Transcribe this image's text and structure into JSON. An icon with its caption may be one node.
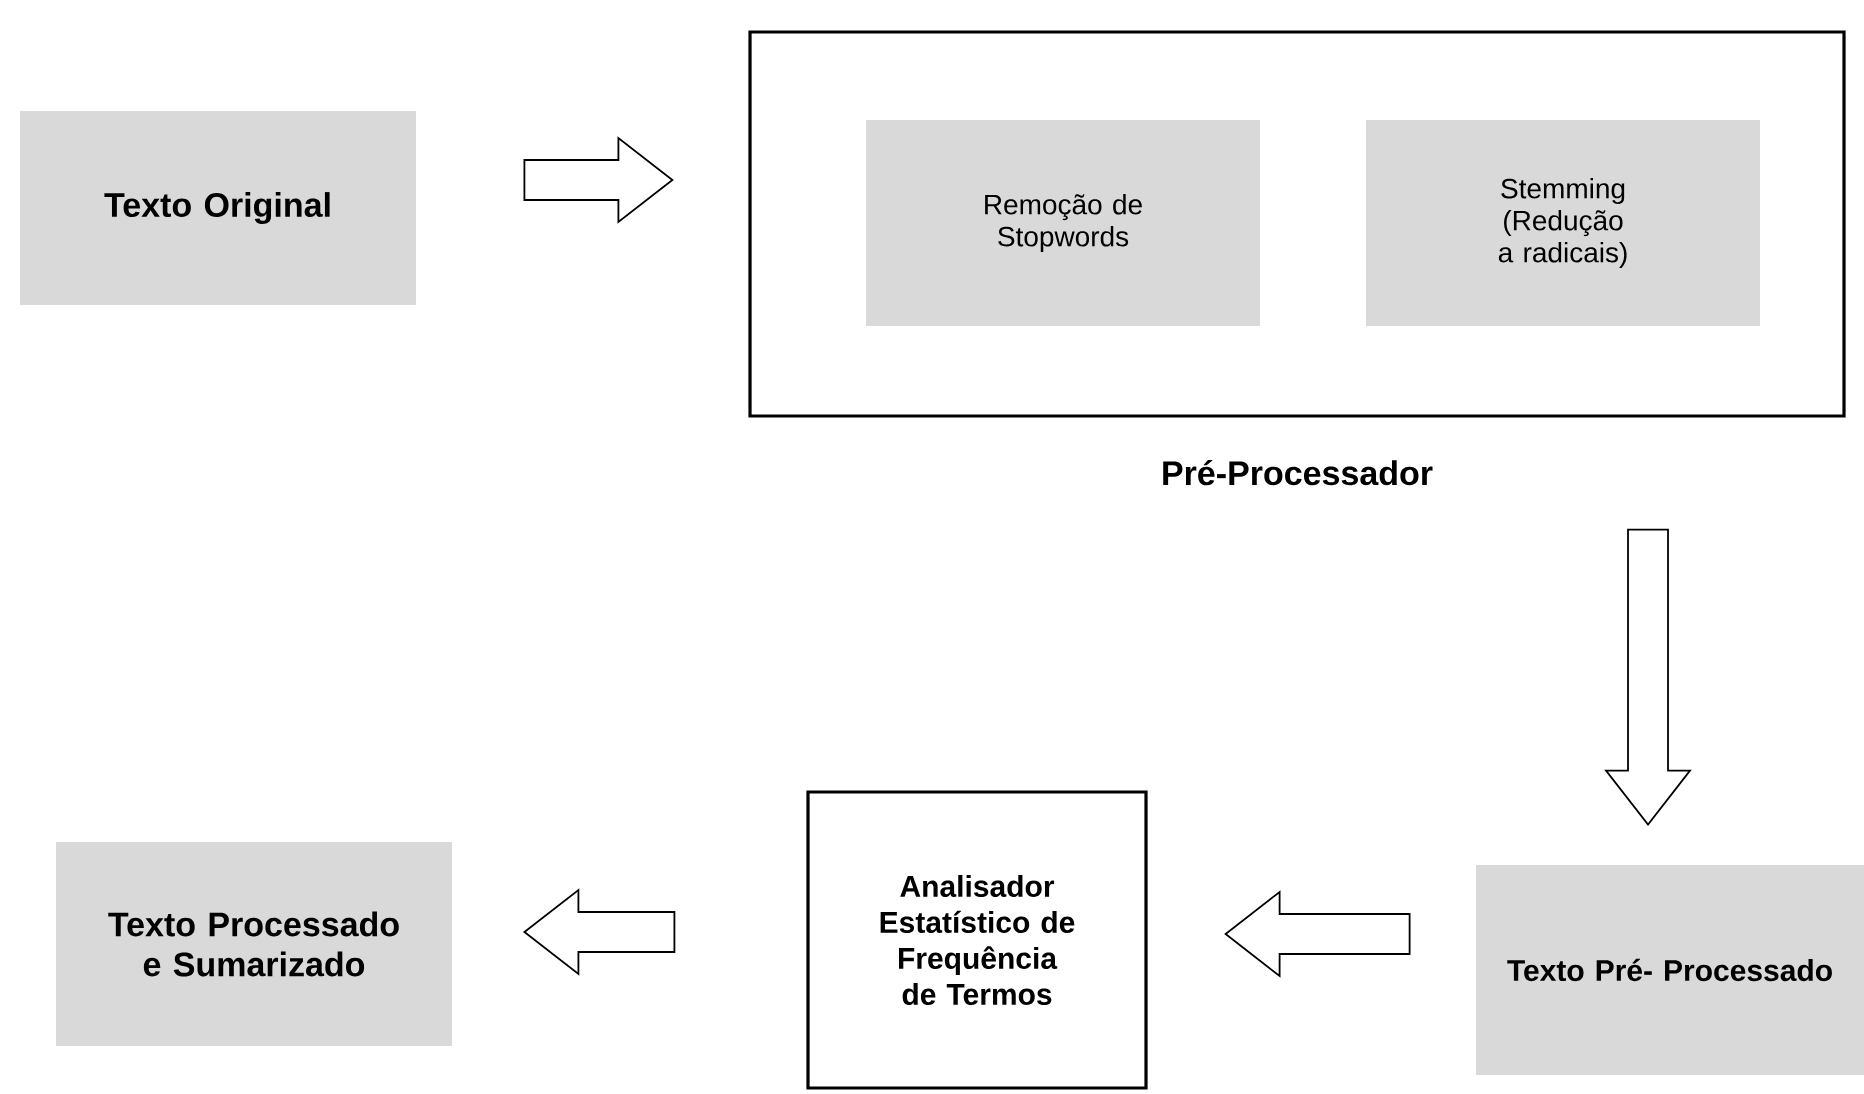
{
  "diagram": {
    "nodes": [
      {
        "text": [
          "Texto Original"
        ]
      },
      {
        "text": [
          "Pré-Processador"
        ]
      },
      {
        "text": [
          "Remoção de Stopwords"
        ],
        "in": 1
      },
      {
        "text": [
          "Stemming (Redução a radicais)"
        ],
        "in": 1
      },
      {
        "text": [
          "Texto Pré- Processado"
        ]
      },
      {
        "text": [
          "Analisador Estatístico de Frequência de Termos"
        ]
      },
      {
        "text": [
          "Texto Processado e Sumarizado"
        ]
      }
    ],
    "edges": [
      {
        "from": 0,
        "to": 1,
        "arrow": "to"
      },
      {
        "from": 1,
        "to": 4,
        "arrow": "to"
      },
      {
        "from": 4,
        "to": 5,
        "arrow": "to"
      },
      {
        "from": 5,
        "to": 6,
        "arrow": "to"
      }
    ]
  }
}
